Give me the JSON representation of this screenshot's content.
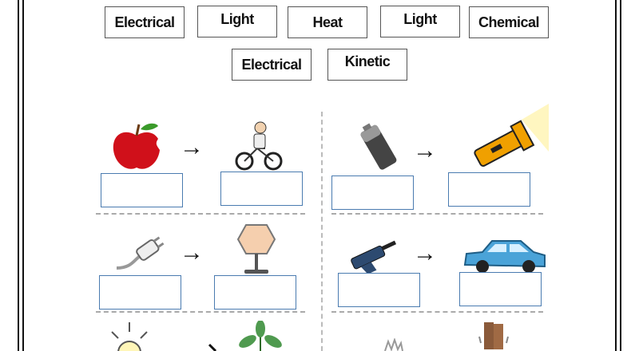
{
  "word_bank": [
    "Electrical",
    "Light",
    "Heat",
    "Light",
    "Chemical",
    "Electrical",
    "Kinetic"
  ],
  "arrow_glyph": "→",
  "answer_box_color": "#4a7bb0",
  "pictures": [
    {
      "from": "apple-icon",
      "to": "cyclist-icon"
    },
    {
      "from": "battery-icon",
      "to": "flashlight-icon"
    },
    {
      "from": "plug-icon",
      "to": "lamp-icon"
    },
    {
      "from": "fuel-nozzle-icon",
      "to": "car-icon"
    },
    {
      "from": "sun-icon",
      "to": "plant-icon"
    },
    {
      "from": "hands-icon",
      "to": "toaster-icon"
    }
  ]
}
